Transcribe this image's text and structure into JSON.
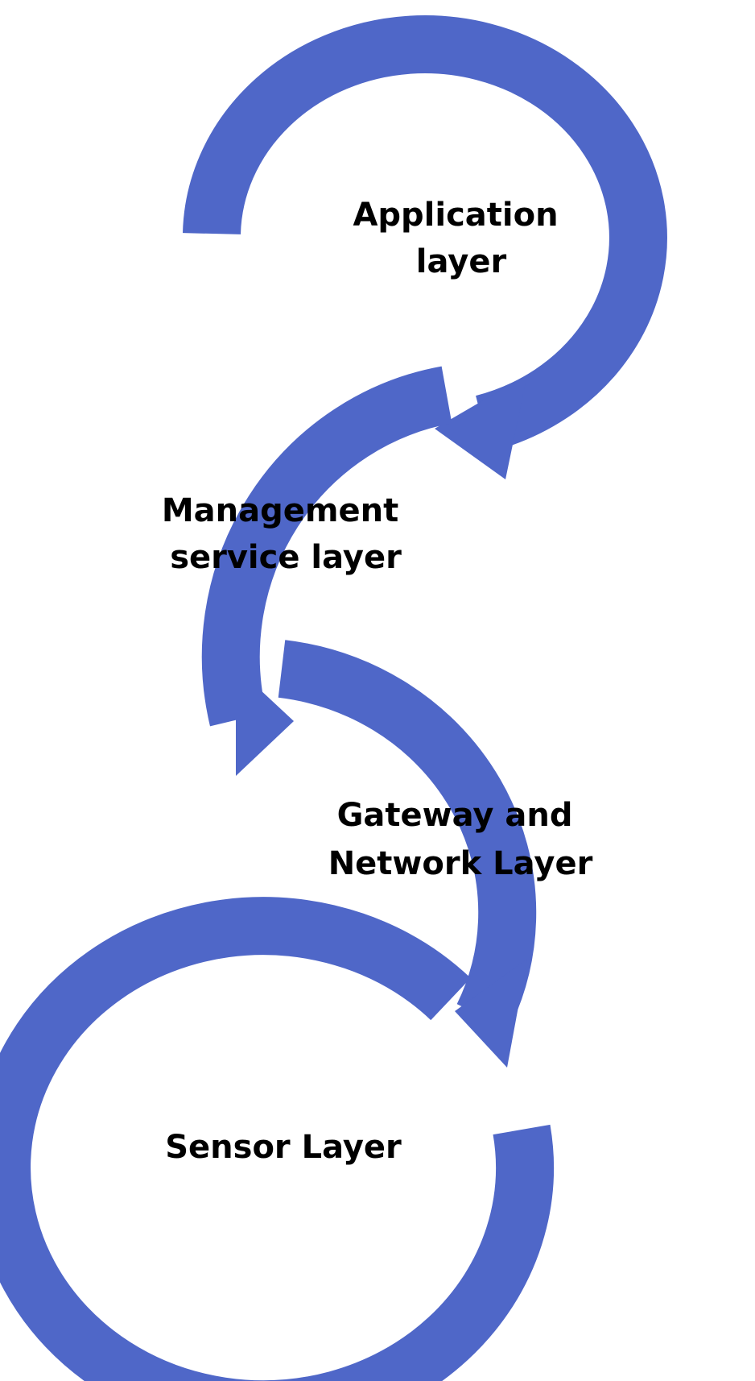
{
  "diagram": {
    "arrow_color": "#4F67C8",
    "text_color": "#000000",
    "layers": [
      {
        "line1": "Application",
        "line2": "layer"
      },
      {
        "line1": "Management",
        "line2": "service layer"
      },
      {
        "line1": "Gateway and",
        "line2": "Network Layer"
      },
      {
        "line1": "Sensor Layer",
        "line2": ""
      }
    ]
  }
}
